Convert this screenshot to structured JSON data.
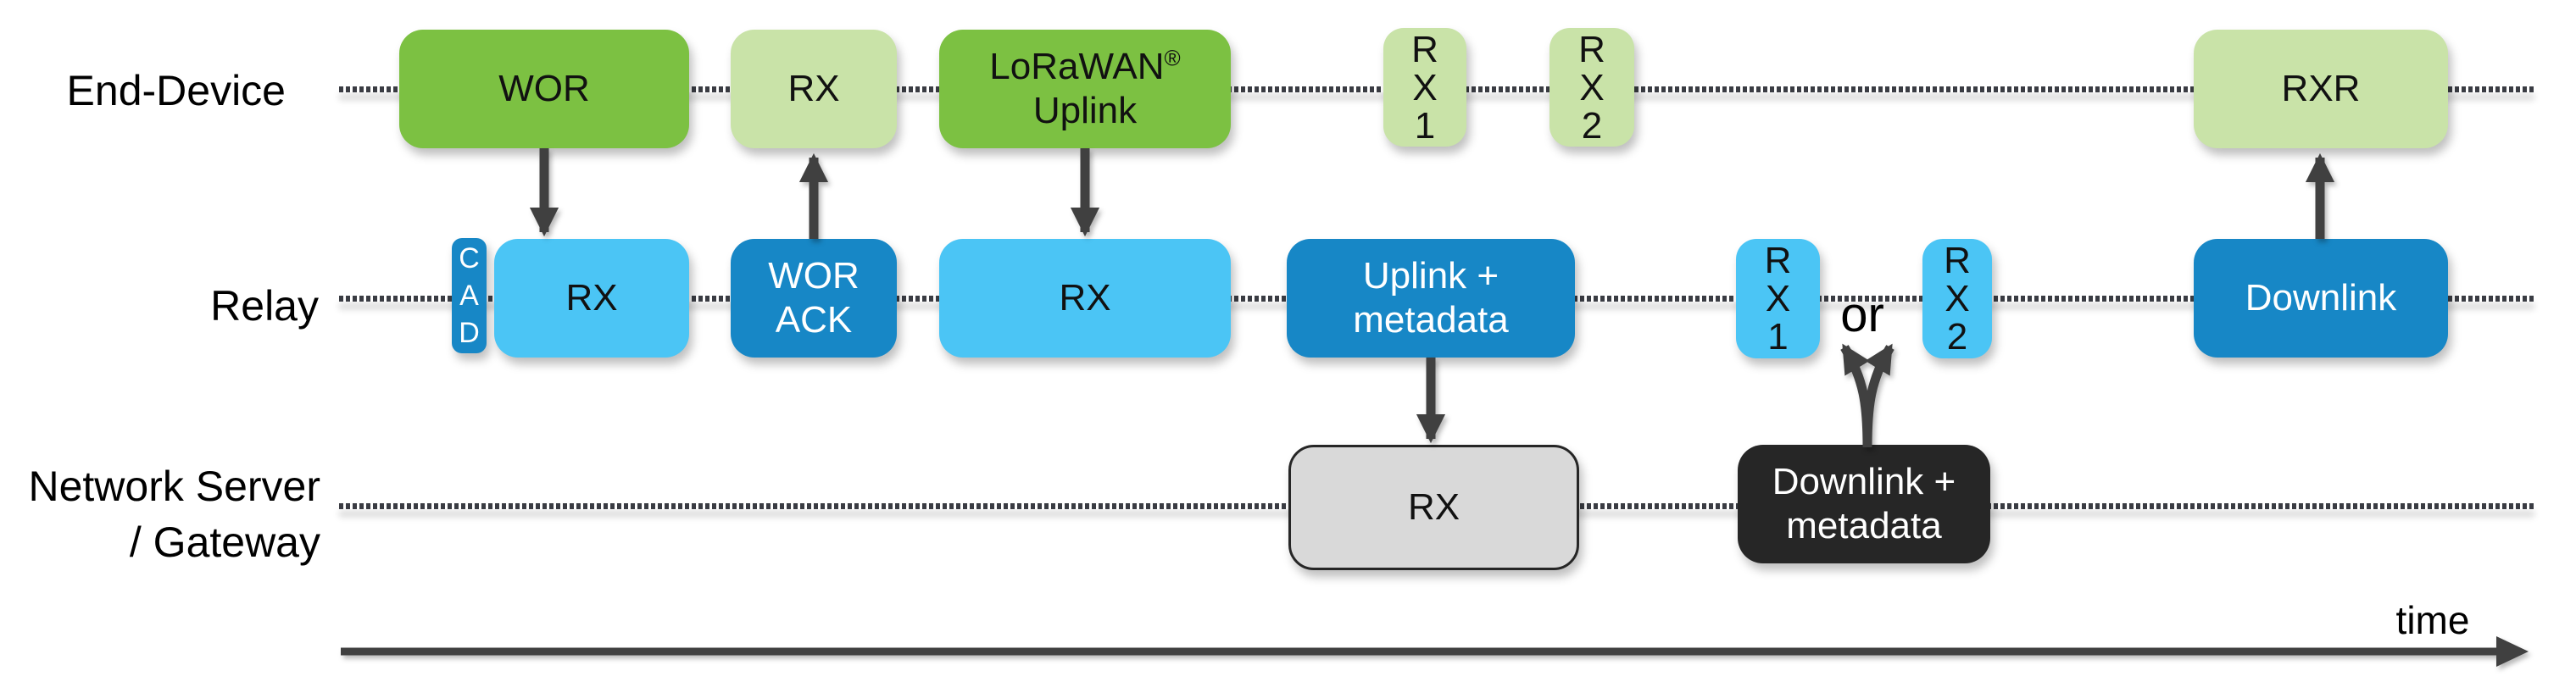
{
  "lanes": {
    "end_device": {
      "label": "End-Device"
    },
    "relay": {
      "label": "Relay"
    },
    "network_server": {
      "label_line1": "Network Server",
      "label_line2": "/ Gateway"
    }
  },
  "end_device_row": {
    "wor": "WOR",
    "rx": "RX",
    "uplink_line1": "LoRaWAN",
    "uplink_reg": "®",
    "uplink_line2": "Uplink",
    "rx1": "R\nX\n1",
    "rx2": "R\nX\n2",
    "rxr": "RXR"
  },
  "relay_row": {
    "cad": "C\nA\nD",
    "rx_wor": "RX",
    "wor_ack": "WOR\nACK",
    "rx_uplink": "RX",
    "uplink_metadata": "Uplink +\nmetadata",
    "rx1": "R\nX\n1",
    "or_label": "or",
    "rx2": "R\nX\n2",
    "downlink": "Downlink"
  },
  "network_row": {
    "rx": "RX",
    "downlink_metadata": "Downlink +\nmetadata"
  },
  "axis": {
    "time_label": "time"
  },
  "colors": {
    "green": "#7cc142",
    "light_green": "#c9e3a8",
    "light_blue": "#4bc5f5",
    "dark_blue": "#1787c6",
    "dark_box": "#262626",
    "gray_box": "#d9d9d9",
    "arrow": "#404040",
    "dotted_line": "#3a3c43"
  }
}
